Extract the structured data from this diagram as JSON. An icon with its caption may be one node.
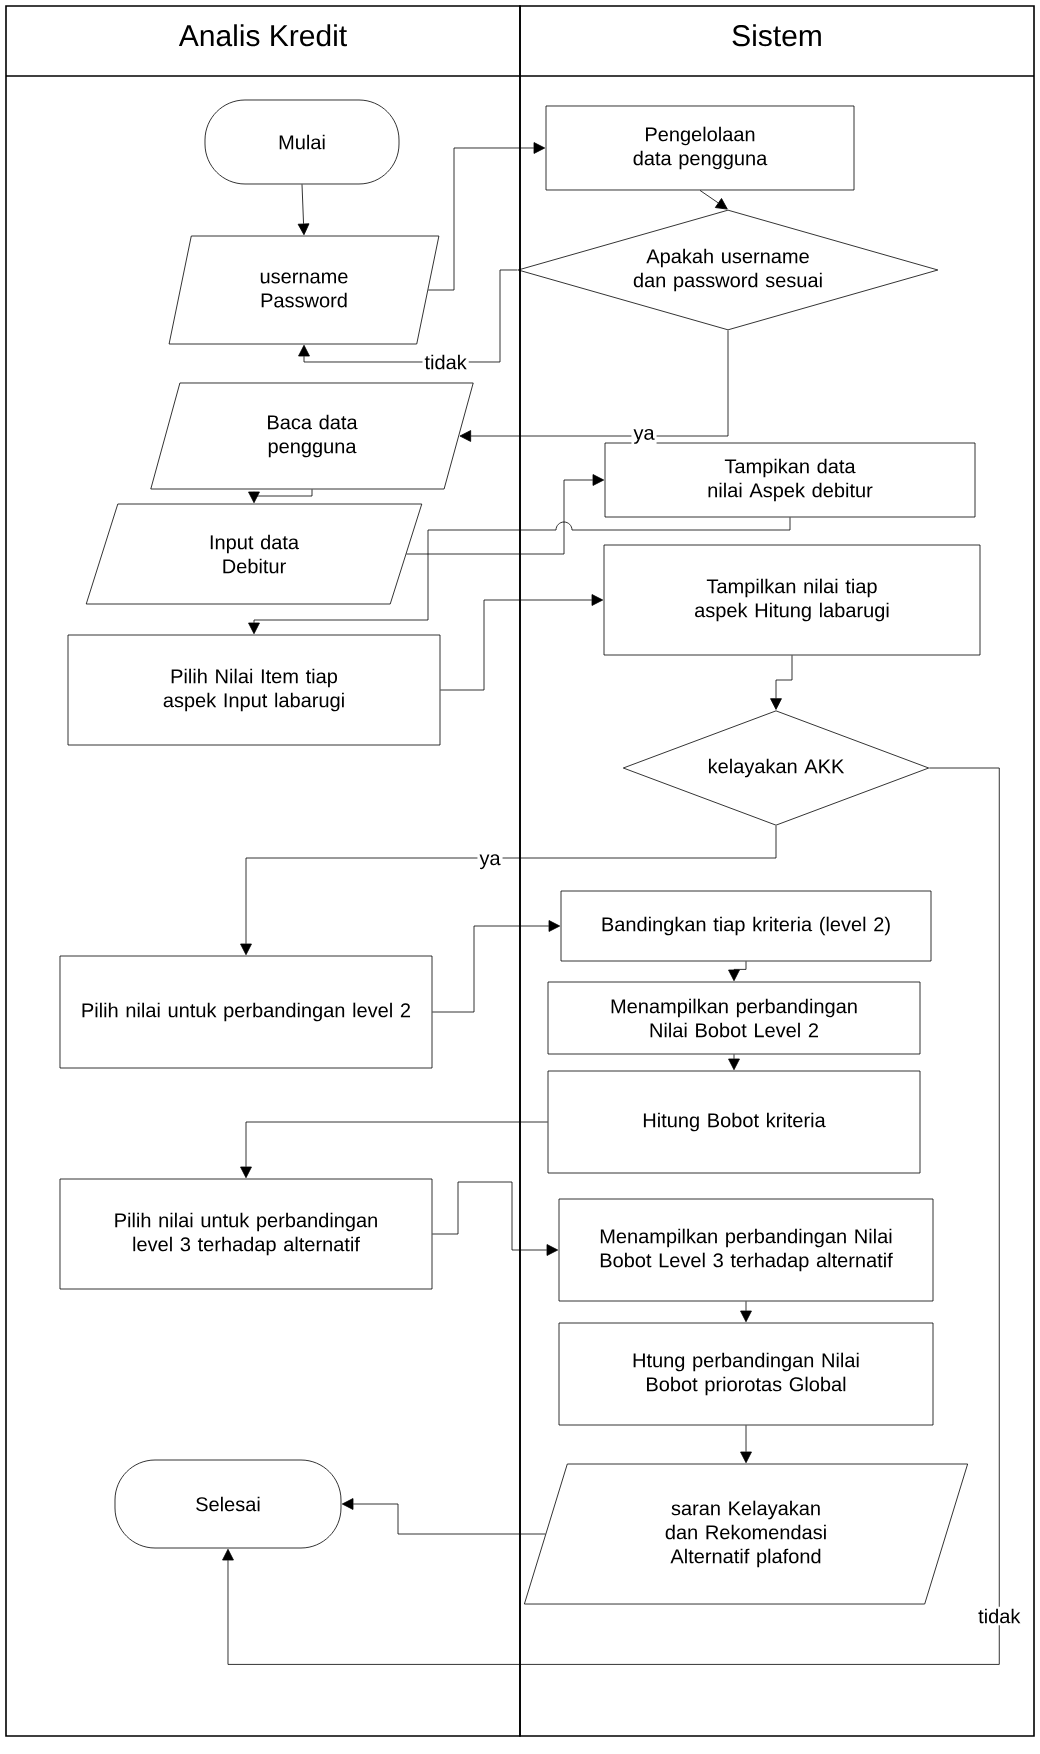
{
  "diagram": {
    "nodes": [
      {
        "text": [
          "Analis Kredit"
        ]
      },
      {
        "text": [
          "Sistem"
        ]
      },
      {
        "text": [
          "Mulai"
        ],
        "in": 0
      },
      {
        "text": [
          "username Password"
        ],
        "in": 0
      },
      {
        "text": [
          "Pengelolaan data pengguna"
        ],
        "in": 1
      },
      {
        "text": [
          "Apakah username dan password sesuai"
        ],
        "in": 1
      },
      {
        "text": [
          "Baca data pengguna"
        ],
        "in": 0
      },
      {
        "text": [
          "Input data Debitur"
        ],
        "in": 0
      },
      {
        "text": [
          "Tampikan data nilai Aspek debitur"
        ],
        "in": 1
      },
      {
        "text": [
          "Tampilkan nilai tiap aspek Hitung labarugi"
        ],
        "in": 1
      },
      {
        "text": [
          "Pilih Nilai Item tiap aspek Input labarugi"
        ],
        "in": 0
      },
      {
        "text": [
          "kelayakan AKK"
        ],
        "in": 1
      },
      {
        "text": [
          "Pilih nilai untuk perbandingan level 2"
        ],
        "in": 0
      },
      {
        "text": [
          "Bandingkan tiap kriteria (level 2)"
        ],
        "in": 1
      },
      {
        "text": [
          "Menampilkan perbandingan Nilai Bobot Level 2"
        ],
        "in": 1
      },
      {
        "text": [
          "Hitung Bobot kriteria"
        ],
        "in": 1
      },
      {
        "text": [
          "Pilih nilai untuk perbandingan level 3 terhadap alternatif"
        ],
        "in": 0
      },
      {
        "text": [
          "Menampilkan perbandingan Nilai Bobot Level 3 terhadap alternatif"
        ],
        "in": 1
      },
      {
        "text": [
          "Htung perbandingan Nilai Bobot priorotas Global"
        ],
        "in": 1
      },
      {
        "text": [
          "saran Kelayakan dan Rekomendasi Alternatif plafond"
        ],
        "in": 1
      },
      {
        "text": [
          "Selesai"
        ],
        "in": 0
      }
    ],
    "edges": [
      {
        "from": 2,
        "to": 3,
        "arrow": "to"
      },
      {
        "from": 3,
        "to": 4,
        "arrow": "to"
      },
      {
        "from": 4,
        "to": 5,
        "arrow": "to"
      },
      {
        "from": 5,
        "to": 3,
        "arrow": "to",
        "label": "tidak"
      },
      {
        "from": 5,
        "to": 6,
        "arrow": "to",
        "label": "ya"
      },
      {
        "from": 6,
        "to": 7,
        "arrow": "to"
      },
      {
        "from": 7,
        "to": 8,
        "arrow": "to"
      },
      {
        "from": 8,
        "to": 10,
        "arrow": "to"
      },
      {
        "from": 10,
        "to": 9,
        "arrow": "to"
      },
      {
        "from": 9,
        "to": 11,
        "arrow": "to"
      },
      {
        "from": 11,
        "to": 12,
        "arrow": "to",
        "label": "ya"
      },
      {
        "from": 11,
        "to": 20,
        "arrow": "to",
        "label": "tidak"
      },
      {
        "from": 12,
        "to": 13,
        "arrow": "to"
      },
      {
        "from": 13,
        "to": 14,
        "arrow": "to"
      },
      {
        "from": 14,
        "to": 15,
        "arrow": "to"
      },
      {
        "from": 15,
        "to": 16,
        "arrow": "to"
      },
      {
        "from": 16,
        "to": 17,
        "arrow": "to"
      },
      {
        "from": 17,
        "to": 18,
        "arrow": "to"
      },
      {
        "from": 18,
        "to": 19,
        "arrow": "to"
      },
      {
        "from": 19,
        "to": 20,
        "arrow": "to"
      }
    ]
  }
}
